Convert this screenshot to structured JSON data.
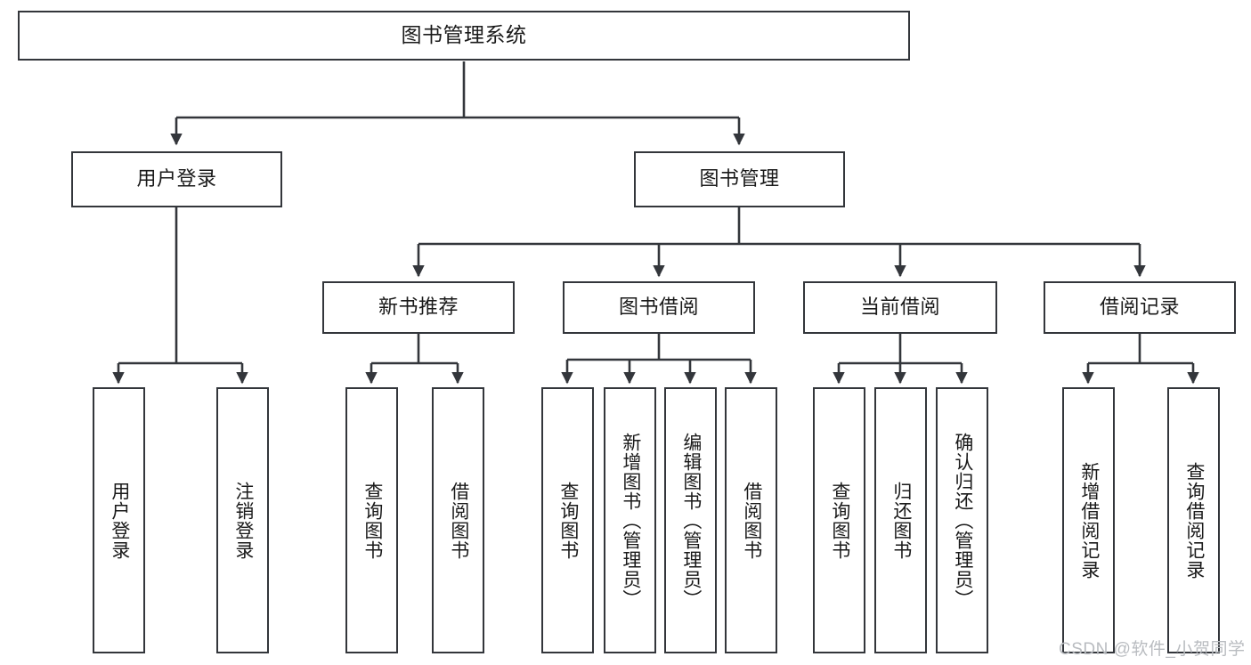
{
  "diagram": {
    "title": "图书管理系统",
    "root": {
      "label": "图书管理系统"
    },
    "level2": [
      {
        "label": "用户登录"
      },
      {
        "label": "图书管理"
      }
    ],
    "level3": [
      {
        "label": "新书推荐"
      },
      {
        "label": "图书借阅"
      },
      {
        "label": "当前借阅"
      },
      {
        "label": "借阅记录"
      }
    ],
    "leaves": {
      "user_login": [
        {
          "label": "用户登录"
        },
        {
          "label": "注销登录"
        }
      ],
      "new_book": [
        {
          "label": "查询图书"
        },
        {
          "label": "借阅图书"
        }
      ],
      "book_borrow": [
        {
          "label": "查询图书"
        },
        {
          "label": "新增图书（管理员）"
        },
        {
          "label": "编辑图书（管理员）"
        },
        {
          "label": "借阅图书"
        }
      ],
      "current_borrow": [
        {
          "label": "查询图书"
        },
        {
          "label": "归还图书"
        },
        {
          "label": "确认归还（管理员）"
        }
      ],
      "borrow_record": [
        {
          "label": "新增借阅记录"
        },
        {
          "label": "查询借阅记录"
        }
      ]
    }
  },
  "watermark": {
    "text": "CSDN @软件_小贺同学"
  },
  "colors": {
    "box_border": "#33363b",
    "box_fill": "#ffffff",
    "line": "#33363b",
    "text": "#1a1a1a",
    "watermark": "#b9bcc0"
  }
}
